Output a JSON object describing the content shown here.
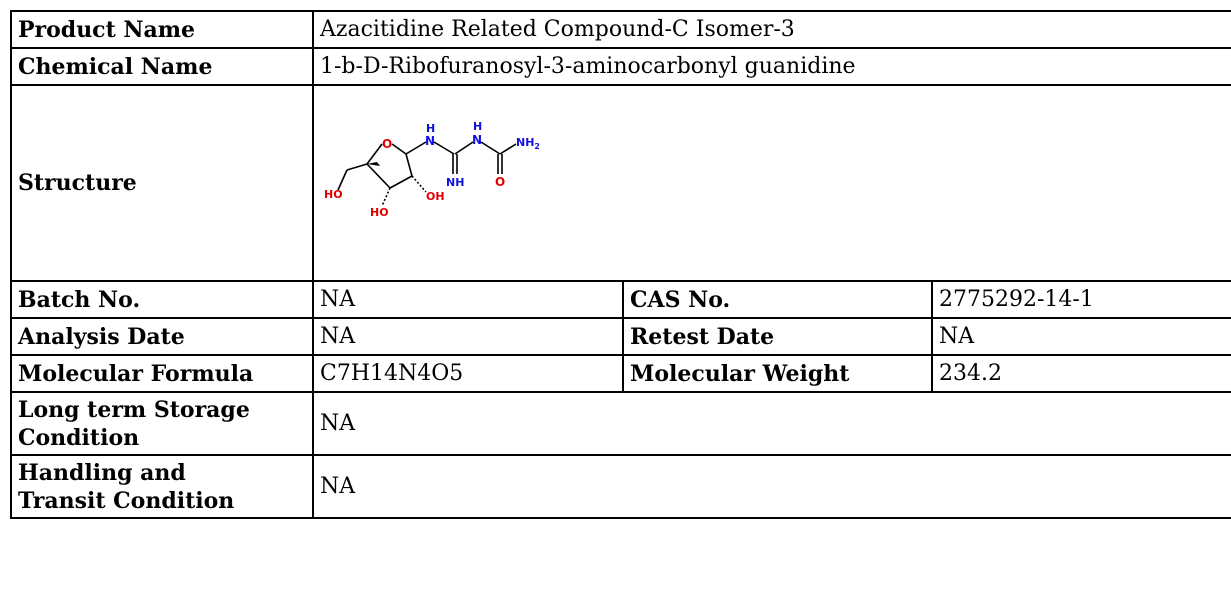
{
  "product_name": {
    "label": "Product Name",
    "value": "Azacitidine Related Compound-C Isomer-3"
  },
  "chemical_name": {
    "label": "Chemical Name",
    "value": "1-b-D-Ribofuranosyl-3-aminocarbonyl guanidine"
  },
  "structure": {
    "label": "Structure",
    "atoms": {
      "o_ring": "O",
      "ho_left": "HO",
      "ho_bottom": "HO",
      "oh_right": "OH",
      "n_h": "H",
      "n_1": "N",
      "nh_imine": "NH",
      "n2_h": "H",
      "n_2": "N",
      "nh2": "NH",
      "nh2_sub": "2",
      "o_carbonyl": "O"
    },
    "colors": {
      "oxygen": "#e00000",
      "nitrogen": "#1010e0",
      "bond": "#000000"
    }
  },
  "batch_no": {
    "label": "Batch No.",
    "value": "NA"
  },
  "cas_no": {
    "label": "CAS No.",
    "value": "2775292-14-1"
  },
  "analysis_date": {
    "label": "Analysis Date",
    "value": "NA"
  },
  "retest_date": {
    "label": "Retest Date",
    "value": "NA"
  },
  "molecular_formula": {
    "label": "Molecular Formula",
    "value": "C7H14N4O5"
  },
  "molecular_weight": {
    "label": "Molecular Weight",
    "value": "234.2"
  },
  "storage": {
    "label_line1": "Long term Storage",
    "label_line2": "Condition",
    "value": "NA"
  },
  "handling": {
    "label_line1": "Handling and",
    "label_line2": "Transit Condition",
    "value": "NA"
  }
}
